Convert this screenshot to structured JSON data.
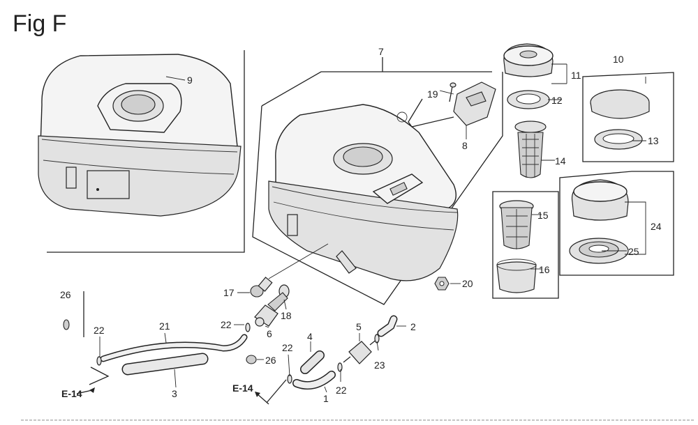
{
  "title": "Fig F",
  "labels": {
    "p1": "1",
    "p2": "2",
    "p3": "3",
    "p4": "4",
    "p5": "5",
    "p6": "6",
    "p7": "7",
    "p8": "8",
    "p9": "9",
    "p10": "10",
    "p11": "11",
    "p12": "12",
    "p13": "13",
    "p14": "14",
    "p15": "15",
    "p16": "16",
    "p17": "17",
    "p18": "18",
    "p19": "19",
    "p20": "20",
    "p21": "21",
    "p22a": "22",
    "p22b": "22",
    "p22c": "22",
    "p22d": "22",
    "p23": "23",
    "p24": "24",
    "p25": "25",
    "p26a": "26",
    "p26b": "26"
  },
  "refs": {
    "e14a": "E-14",
    "e14b": "E-14"
  }
}
